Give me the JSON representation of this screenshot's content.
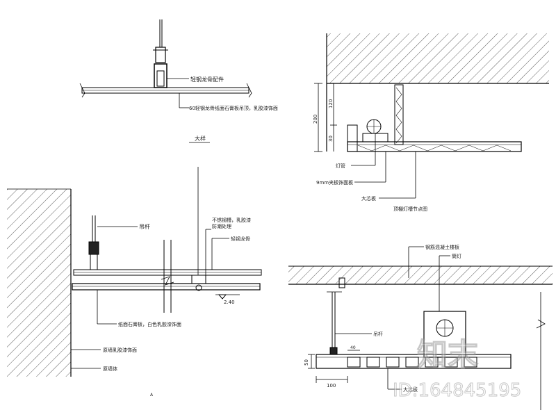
{
  "detail_a": {
    "label_keel": "轻钢龙骨配件",
    "label_board": "60轻钢龙骨纸面石膏板吊顶，乳胶漆饰面",
    "caption": "大样"
  },
  "detail_b": {
    "label_boom": "吊杆",
    "label_slot": "不锈钢槽，乳胶漆",
    "label_slot2": "防潮处理",
    "label_keel": "轻钢龙骨",
    "label_level": "2.40",
    "label_board": "纸面石膏板，白色乳胶漆饰面",
    "label_wall": "原墙乳胶漆饰面",
    "label_structure": "原墙体",
    "caption_mark": "A"
  },
  "detail_c": {
    "dim_total": "200",
    "dim_top": "120",
    "dim_bottom": "30",
    "label_lamp": "灯管",
    "label_board": "9mm夹板饰面板",
    "label_core": "大芯板",
    "caption": "顶棚灯槽节点图"
  },
  "detail_d": {
    "label_structure": "钢筋混凝土楼板",
    "label_light": "筒灯",
    "label_boom": "吊杆",
    "dim_height": "50",
    "dim_width": "100",
    "dim_small": "40",
    "label_bottom": "大芯板"
  },
  "watermark": {
    "brand": "知末",
    "id": "ID:164845195"
  }
}
